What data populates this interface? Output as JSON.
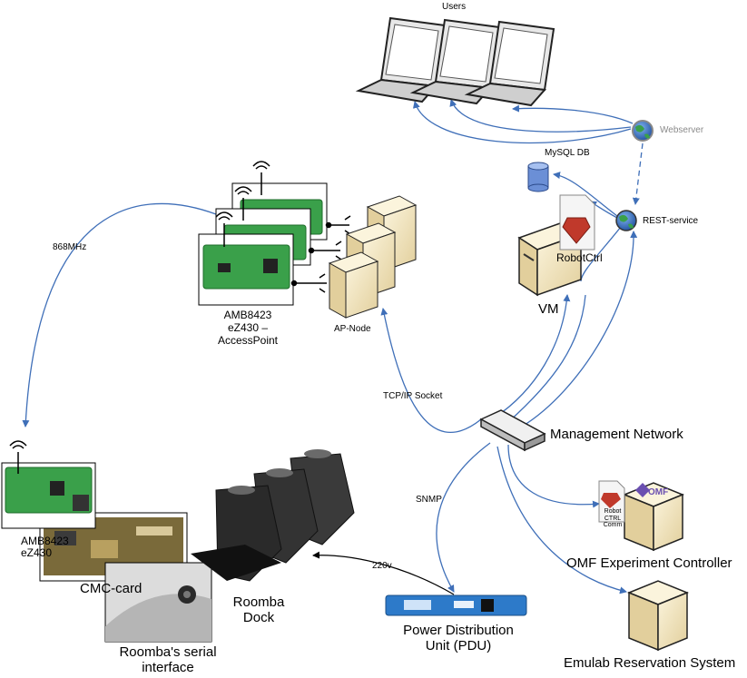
{
  "labels": {
    "users": "Users",
    "webserver": "Webserver",
    "mysql_db": "MySQL DB",
    "rest_service": "REST-service",
    "robotctrl": "RobotCtrl",
    "vm": "VM",
    "frequency": "868MHz",
    "ap_module_line1": "AMB8423",
    "ap_module_line2": "eZ430 –",
    "ap_module_line3": "AccessPoint",
    "ap_node": "AP-Node",
    "tcpip_socket": "TCP/IP Socket",
    "management_network": "Management Network",
    "snmp": "SNMP",
    "robot_ctrl_comm_line1": "Robot",
    "robot_ctrl_comm_line2": "CTRL",
    "robot_ctrl_comm_line3": "Comm",
    "omf_logo": "OMF",
    "omf_experiment_controller": "OMF Experiment Controller",
    "roomba_module_line1": "AMB8423",
    "roomba_module_line2": "eZ430",
    "cmc_card": "CMC-card",
    "roomba_dock_line1": "Roomba",
    "roomba_dock_line2": "Dock",
    "voltage": "220v",
    "roomba_serial_line1": "Roomba's serial",
    "roomba_serial_line2": "interface",
    "pdu_line1": "Power Distribution",
    "pdu_line2": "Unit (PDU)",
    "emulab_reservation_system": "Emulab Reservation System"
  },
  "colors": {
    "link": "#3f6fb8",
    "pcb_green": "#3aa04a",
    "server_beige": "#f2e6c4",
    "laptop_gray": "#dcdcdc",
    "pdu_blue": "#2d7ac9",
    "webserver_text": "#8a8a8a"
  },
  "icons": [
    "laptop-icon",
    "globe-icon",
    "database-icon",
    "ruby-document-icon",
    "server-icon",
    "network-switch-icon",
    "antenna-icon",
    "circuit-board-icon",
    "roomba-dock-icon",
    "pdu-icon",
    "ethernet-plug-icon"
  ]
}
